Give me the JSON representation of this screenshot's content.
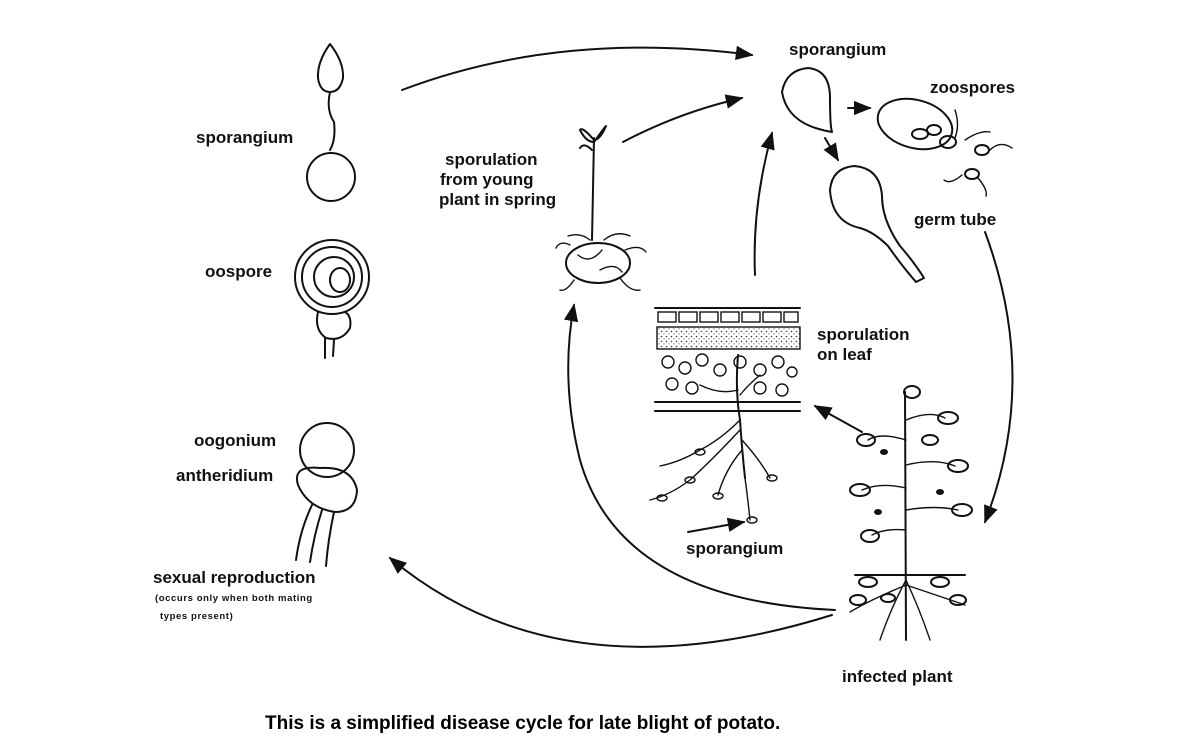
{
  "labels": {
    "sporangium_top": "sporangium",
    "zoospores": "zoospores",
    "germ_tube": "germ tube",
    "sporulation_young_1": "sporulation",
    "sporulation_young_2": "from  young",
    "sporulation_young_3": "plant in spring",
    "sporangium_left": "sporangium",
    "oospore": "oospore",
    "sporulation_leaf_1": "sporulation",
    "sporulation_leaf_2": "on leaf",
    "oogonium": "oogonium",
    "antheridium": "antheridium",
    "sporangium_leaf": "sporangium",
    "sexual_reproduction": "sexual reproduction",
    "sexual_note_1": "(occurs only when both mating",
    "sexual_note_2": "types present)",
    "infected_plant": "infected  plant"
  },
  "caption": "This is a simplified disease cycle for late blight of potato.",
  "colors": {
    "ink": "#111111",
    "paper": "#ffffff"
  }
}
